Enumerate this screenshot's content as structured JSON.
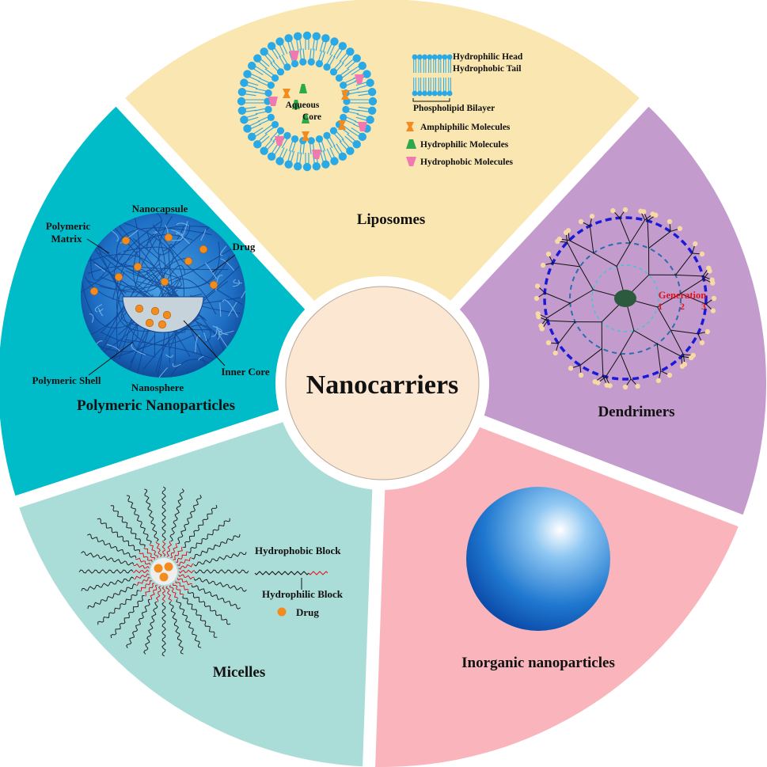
{
  "center": {
    "title": "Nanocarriers"
  },
  "segments": {
    "liposomes": {
      "title": "Liposomes",
      "core_line1": "Aqueous",
      "core_line2": "Core",
      "head": "Hydrophilic Head",
      "tail": "Hydrophobic Tail",
      "bilayer": "Phospholipid Bilayer",
      "amphiphilic": "Amphiphilic Molecules",
      "hydrophilic": "Hydrophilic Molecules",
      "hydrophobic": "Hydrophobic Molecules"
    },
    "dendrimers": {
      "title": "Dendrimers",
      "generation": "Generation",
      "g1": "1",
      "g2": "2",
      "g3": "3"
    },
    "inorganic": {
      "title": "Inorganic nanoparticles"
    },
    "micelles": {
      "title": "Micelles",
      "hydrophobic_block": "Hydrophobic Block",
      "hydrophilic_block": "Hydrophilic Block",
      "drug": "Drug"
    },
    "polymeric": {
      "title": "Polymeric Nanoparticles",
      "nanocapsule": "Nanocapsule",
      "matrix_line1": "Polymeric",
      "matrix_line2": "Matrix",
      "drug": "Drug",
      "inner_core": "Inner Core",
      "shell": "Polymeric Shell",
      "nanosphere": "Nanosphere"
    }
  },
  "colors": {
    "liposomes": "#f9e6b0",
    "dendrimers": "#c39bcd",
    "inorganic": "#f9b5bb",
    "micelles": "#abddd8",
    "polymeric": "#00bcc9",
    "center": "#fbe7d2",
    "lipid": "#29a9e6",
    "drug": "#f28c1e"
  }
}
